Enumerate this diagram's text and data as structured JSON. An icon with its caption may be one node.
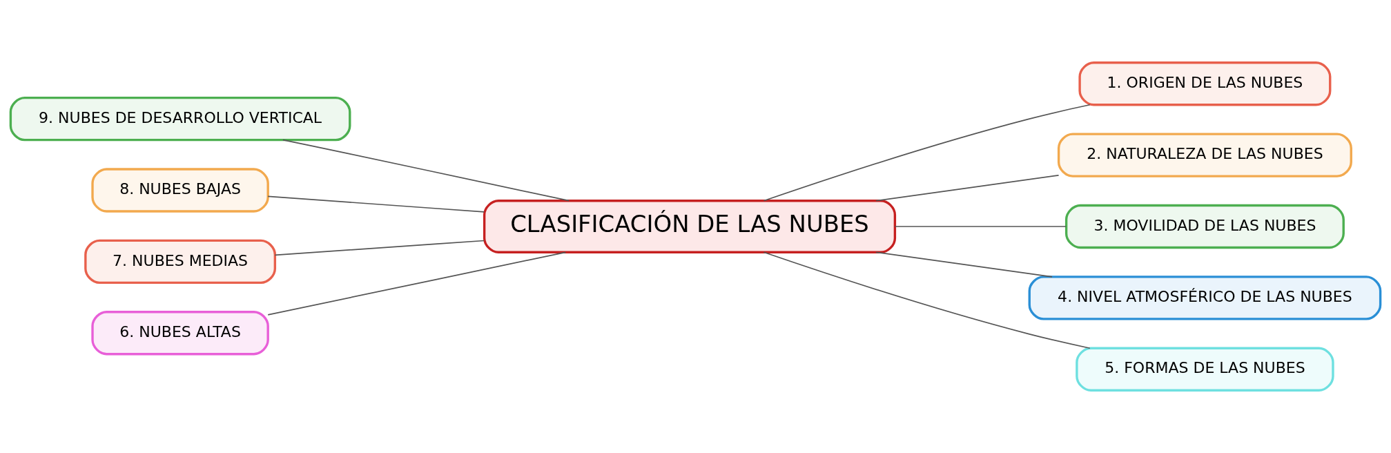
{
  "diagram": {
    "nodes": [
      {
        "text": [
          "CLASIFICACIÓN DE LAS NUBES"
        ]
      },
      {
        "text": [
          "1. ORIGEN DE LAS NUBES"
        ]
      },
      {
        "text": [
          "2. NATURALEZA DE LAS NUBES"
        ]
      },
      {
        "text": [
          "3. MOVILIDAD DE LAS NUBES"
        ]
      },
      {
        "text": [
          "4. NIVEL ATMOSFÉRICO DE LAS NUBES"
        ]
      },
      {
        "text": [
          "5. FORMAS DE LAS NUBES"
        ]
      },
      {
        "text": [
          "6. NUBES ALTAS"
        ]
      },
      {
        "text": [
          "7. NUBES MEDIAS"
        ]
      },
      {
        "text": [
          "8. NUBES BAJAS"
        ]
      },
      {
        "text": [
          "9. NUBES DE DESARROLLO VERTICAL"
        ]
      }
    ],
    "edges": [
      {
        "from": 0,
        "to": 1,
        "arrow": "none"
      },
      {
        "from": 0,
        "to": 2,
        "arrow": "none"
      },
      {
        "from": 0,
        "to": 3,
        "arrow": "none"
      },
      {
        "from": 0,
        "to": 4,
        "arrow": "none"
      },
      {
        "from": 0,
        "to": 5,
        "arrow": "none"
      },
      {
        "from": 0,
        "to": 6,
        "arrow": "none"
      },
      {
        "from": 0,
        "to": 7,
        "arrow": "none"
      },
      {
        "from": 0,
        "to": 8,
        "arrow": "none"
      },
      {
        "from": 0,
        "to": 9,
        "arrow": "none"
      }
    ]
  }
}
